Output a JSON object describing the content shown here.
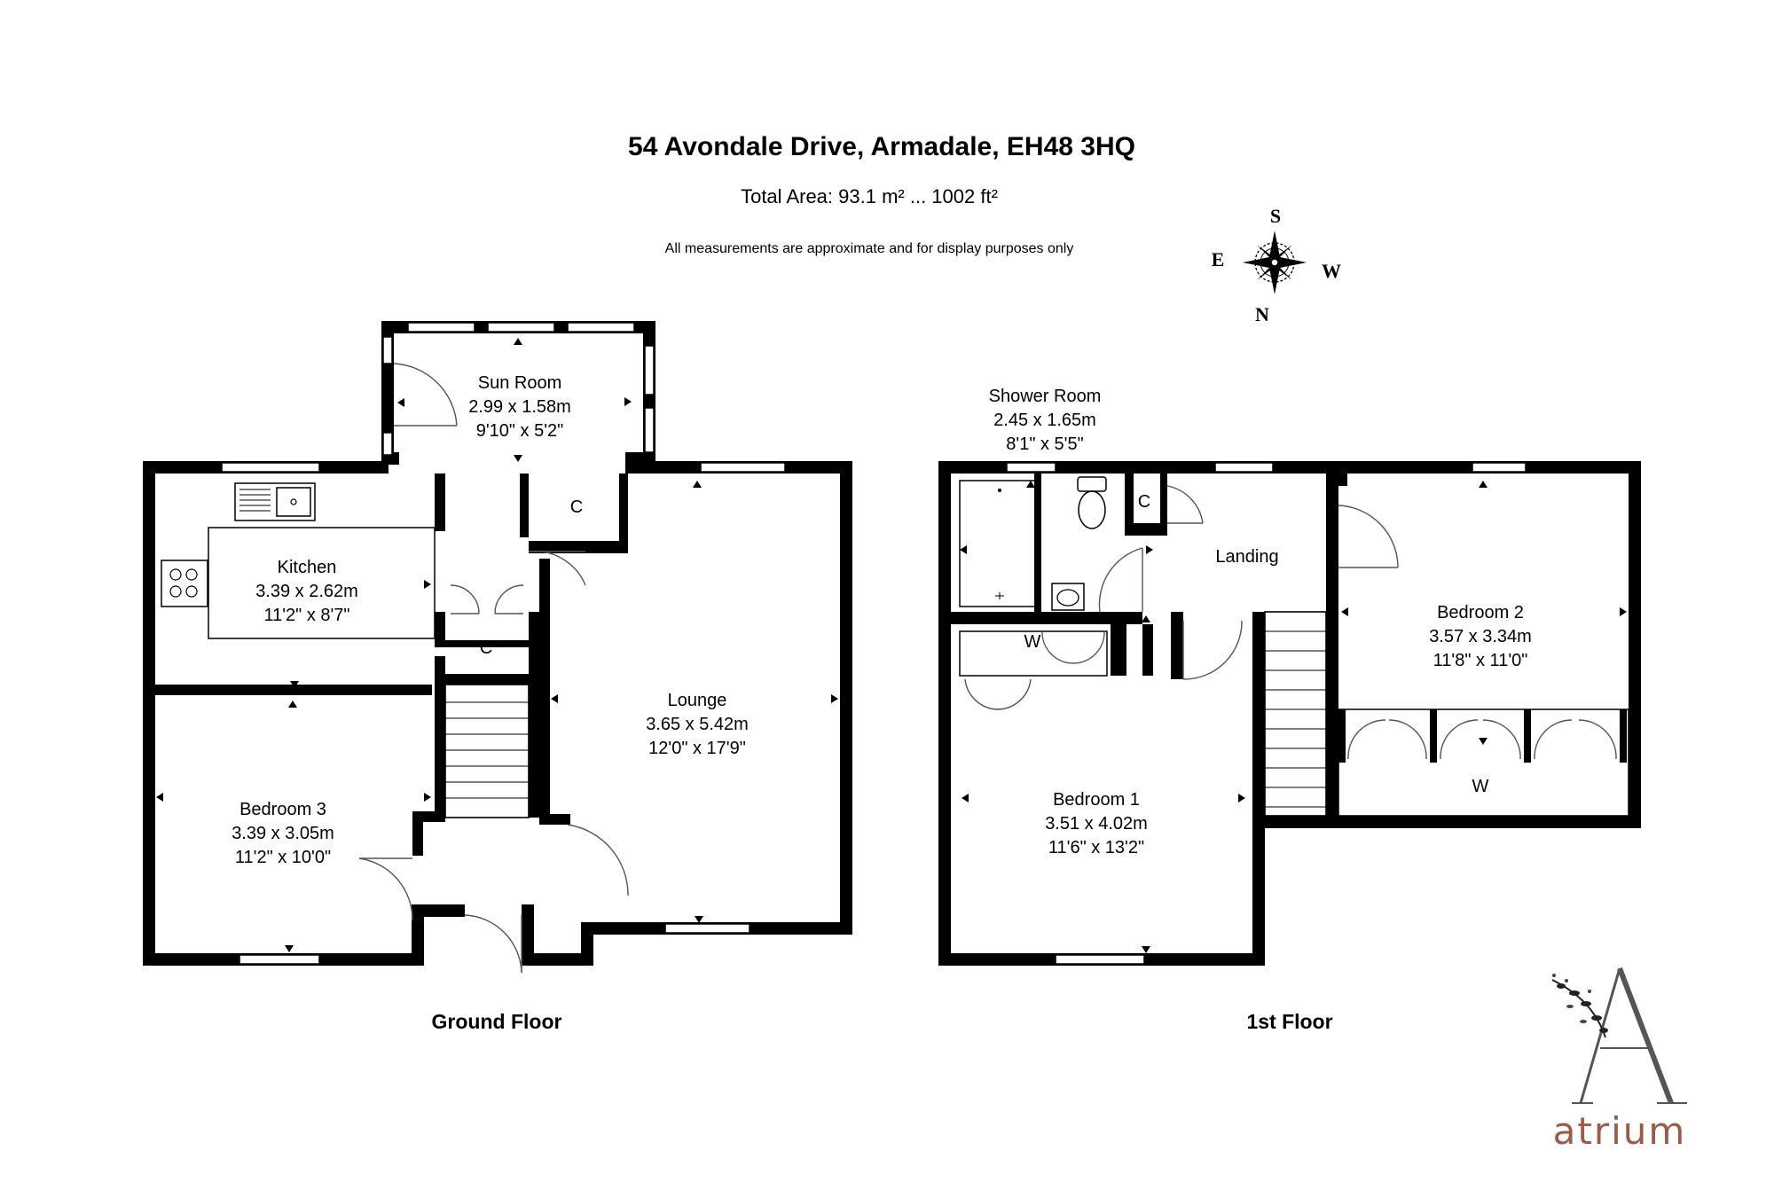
{
  "header": {
    "title": "54 Avondale Drive, Armadale, EH48 3HQ",
    "total_area": "Total Area: 93.1 m² ... 1002 ft²",
    "disclaimer": "All measurements are approximate and for display purposes only"
  },
  "compass": {
    "s": "S",
    "e": "E",
    "w": "W",
    "n": "N"
  },
  "ground_floor": {
    "label": "Ground Floor",
    "sun_room": {
      "name": "Sun Room",
      "metric": "2.99 x 1.58m",
      "imperial": "9'10\" x 5'2\""
    },
    "kitchen": {
      "name": "Kitchen",
      "metric": "3.39 x 2.62m",
      "imperial": "11'2\" x 8'7\""
    },
    "lounge": {
      "name": "Lounge",
      "metric": "3.65 x 5.42m",
      "imperial": "12'0\" x 17'9\""
    },
    "bedroom3": {
      "name": "Bedroom 3",
      "metric": "3.39 x 3.05m",
      "imperial": "11'2\" x 10'0\""
    },
    "cupboard1": "C",
    "cupboard2": "C"
  },
  "first_floor": {
    "label": "1st Floor",
    "shower_room": {
      "name": "Shower Room",
      "metric": "2.45 x 1.65m",
      "imperial": "8'1\" x 5'5\""
    },
    "landing": {
      "name": "Landing"
    },
    "bedroom1": {
      "name": "Bedroom 1",
      "metric": "3.51 x 4.02m",
      "imperial": "11'6\" x 13'2\""
    },
    "bedroom2": {
      "name": "Bedroom 2",
      "metric": "3.57 x 3.34m",
      "imperial": "11'8\" x 11'0\""
    },
    "cupboard": "C",
    "wardrobe1": "W",
    "wardrobe2": "W"
  },
  "logo": {
    "text": "atrium",
    "accent_color": "#9b5a4a"
  }
}
